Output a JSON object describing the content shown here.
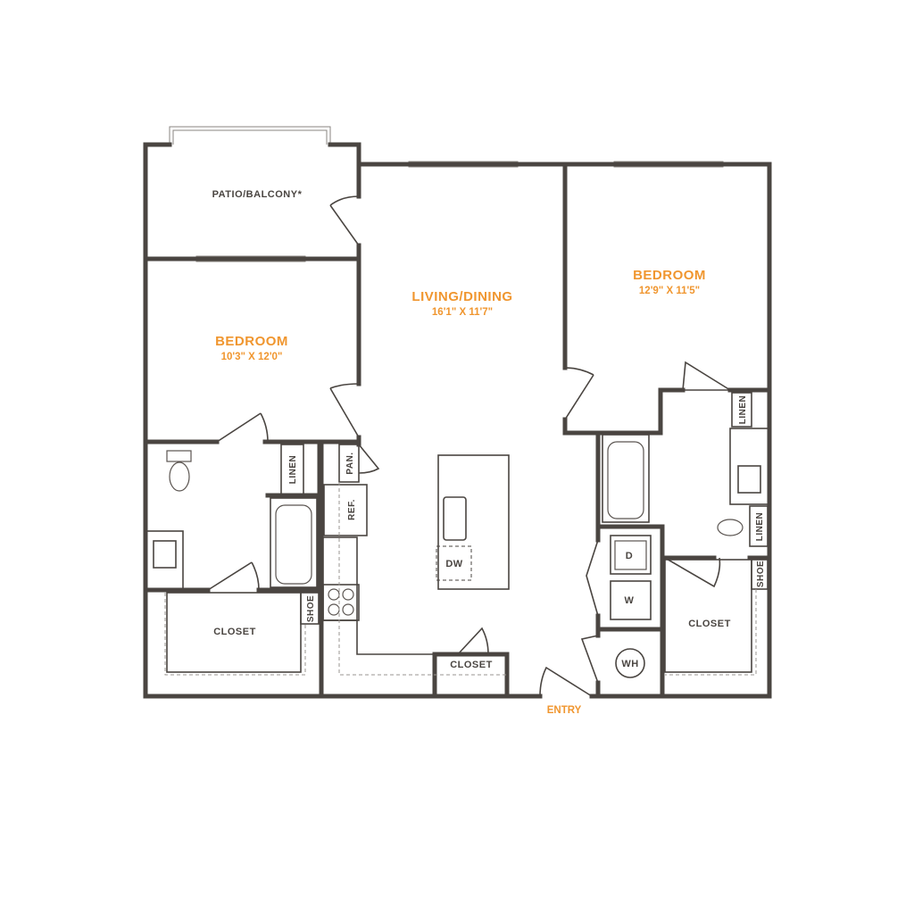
{
  "colors": {
    "wall": "#4a4541",
    "accent": "#f0962f"
  },
  "rooms": {
    "patio": {
      "label": "PATIO/BALCONY*"
    },
    "bedroom1": {
      "label": "BEDROOM",
      "dims": "10'3\" X 12'0\""
    },
    "living": {
      "label": "LIVING/DINING",
      "dims": "16'1\" X 11'7\""
    },
    "bedroom2": {
      "label": "BEDROOM",
      "dims": "12'9\" X 11'5\""
    }
  },
  "fixtures": {
    "linen": "LINEN",
    "pantry": "PAN.",
    "ref": "REF.",
    "dw": "DW",
    "shoe": "SHOE",
    "closet": "CLOSET",
    "dryer": "D",
    "washer": "W",
    "water_heater": "WH"
  },
  "entry": "ENTRY"
}
